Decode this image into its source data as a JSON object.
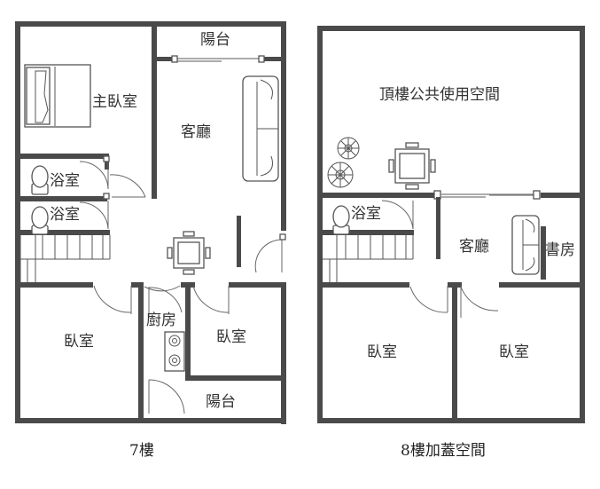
{
  "floor7": {
    "caption": "7樓",
    "rooms": {
      "master_bedroom": "主臥室",
      "balcony_top": "陽台",
      "living_room": "客廳",
      "bath_1": "浴室",
      "bath_2": "浴室",
      "kitchen": "廚房",
      "bedroom_left": "臥室",
      "bedroom_right": "臥室",
      "balcony_bottom": "陽台"
    }
  },
  "floor8": {
    "caption": "8樓加蓋空間",
    "rooms": {
      "rooftop_public": "頂樓公共使用空間",
      "bath": "浴室",
      "living_room": "客廳",
      "study": "書房",
      "bedroom_left": "臥室",
      "bedroom_right": "臥室"
    }
  }
}
